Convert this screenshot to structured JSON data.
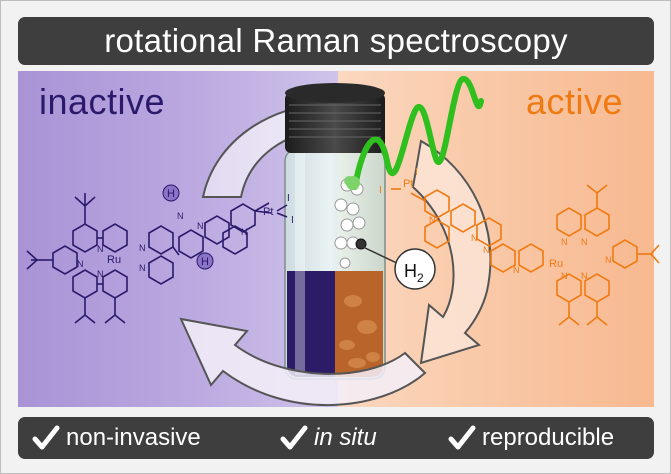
{
  "header": {
    "title": "rotational Raman spectroscopy"
  },
  "states": {
    "left_label": "inactive",
    "right_label": "active"
  },
  "molecule_labels": {
    "ru": "Ru",
    "pt": "Pt",
    "n": "N",
    "i": "I",
    "h": "H",
    "h2": "H",
    "h2_sub": "2"
  },
  "features": [
    {
      "label": "non-invasive"
    },
    {
      "label": "in situ"
    },
    {
      "label": "reproducible"
    }
  ],
  "colors": {
    "inactive": "#2b1a6b",
    "active": "#f07a12",
    "laser": "#2fbf1f"
  }
}
